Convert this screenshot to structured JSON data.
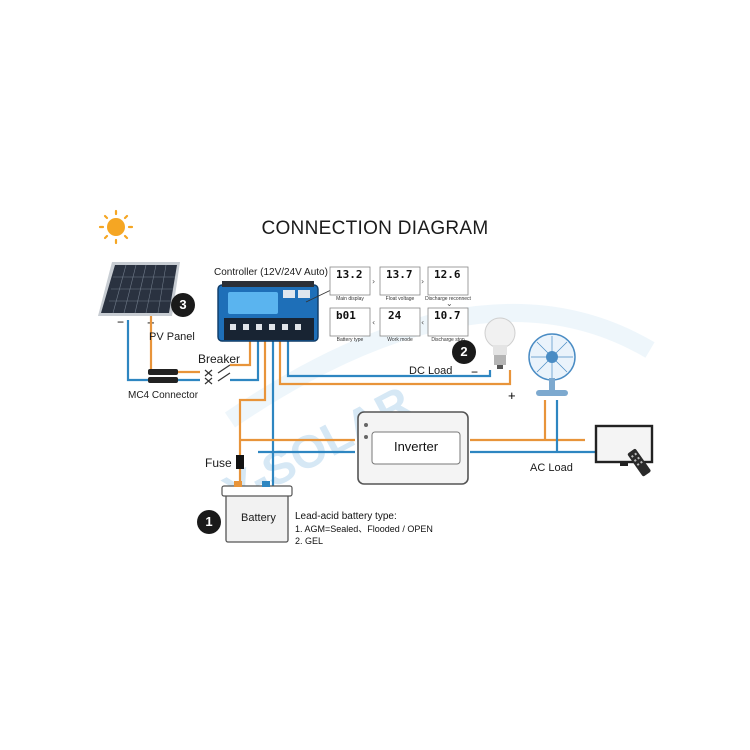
{
  "title": "CONNECTION DIAGRAM",
  "controller_label": "Controller (12V/24V Auto)",
  "pv_panel_label": "PV Panel",
  "mc4_label": "MC4 Connector",
  "breaker_label": "Breaker",
  "fuse_label": "Fuse",
  "battery_label": "Battery",
  "inverter_label": "Inverter",
  "dc_load_label": "DC Load",
  "ac_load_label": "AC Load",
  "watermark": "Y-SOLAR",
  "badges": {
    "one": "1",
    "two": "2",
    "three": "3"
  },
  "polarity": {
    "minus": "−",
    "plus": "+"
  },
  "battery_note": {
    "heading": "Lead-acid battery type:",
    "line1": "1. AGM=Sealed、Flooded / OPEN",
    "line2": "2. GEL"
  },
  "display_modes": [
    {
      "reading": "13.2",
      "caption": "Main display"
    },
    {
      "reading": "13.7",
      "caption": "Float voltage"
    },
    {
      "reading": "12.6",
      "caption": "Discharge reconnect"
    },
    {
      "reading": "b01",
      "caption": "Battery type"
    },
    {
      "reading": "24",
      "caption": "Work mode"
    },
    {
      "reading": "10.7",
      "caption": "Discharge stop"
    }
  ],
  "colors": {
    "positive_wire": "#e8943a",
    "negative_wire": "#2e86c1",
    "controller_blue": "#1e6fb8",
    "controller_screen": "#5ab4ef",
    "sun": "#f5a623"
  }
}
